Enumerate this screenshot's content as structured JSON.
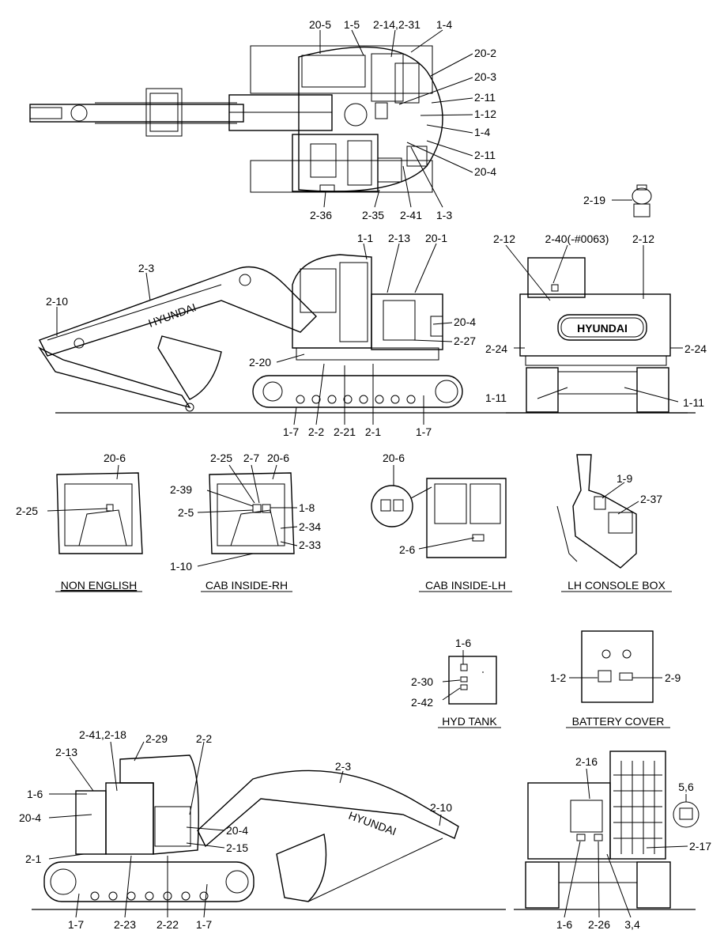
{
  "callouts": {
    "top_20_5": "20-5",
    "top_1_5": "1-5",
    "top_2_14": "2-14,2-31",
    "top_1_4a": "1-4",
    "top_20_2": "20-2",
    "top_20_3": "20-3",
    "top_2_11a": "2-11",
    "top_1_12": "1-12",
    "top_1_4b": "1-4",
    "top_2_11b": "2-11",
    "top_20_4": "20-4",
    "top_2_36": "2-36",
    "top_2_35": "2-35",
    "top_2_41": "2-41",
    "top_1_3": "1-3",
    "top_2_19": "2-19",
    "side_1_1": "1-1",
    "side_2_13": "2-13",
    "side_20_1": "20-1",
    "side_2_3": "2-3",
    "side_2_10": "2-10",
    "side_20_4": "20-4",
    "side_2_27": "2-27",
    "side_2_20": "2-20",
    "side_1_7a": "1-7",
    "side_2_2": "2-2",
    "side_2_21": "2-21",
    "side_2_1": "2-1",
    "side_1_7b": "1-7",
    "rear_2_12a": "2-12",
    "rear_2_40": "2-40(-#0063)",
    "rear_2_12b": "2-12",
    "rear_2_24a": "2-24",
    "rear_2_24b": "2-24",
    "rear_1_11a": "1-11",
    "rear_1_11b": "1-11",
    "ne_20_6": "20-6",
    "ne_2_25": "2-25",
    "rh_2_25": "2-25",
    "rh_2_7": "2-7",
    "rh_20_6": "20-6",
    "rh_2_39": "2-39",
    "rh_1_8": "1-8",
    "rh_2_5": "2-5",
    "rh_2_34": "2-34",
    "rh_2_33": "2-33",
    "rh_1_10": "1-10",
    "lh_20_6": "20-6",
    "lh_2_6": "2-6",
    "cb_1_9": "1-9",
    "cb_2_37": "2-37",
    "hyd_1_6": "1-6",
    "hyd_2_30": "2-30",
    "hyd_2_42": "2-42",
    "bat_1_2": "1-2",
    "bat_2_9": "2-9",
    "ls_2_41": "2-41,2-18",
    "ls_2_29": "2-29",
    "ls_2_2": "2-2",
    "ls_2_3": "2-3",
    "ls_2_13": "2-13",
    "ls_1_6": "1-6",
    "ls_20_4a": "20-4",
    "ls_20_4b": "20-4",
    "ls_2_15": "2-15",
    "ls_2_10": "2-10",
    "ls_2_1": "2-1",
    "ls_1_7a": "1-7",
    "ls_2_23": "2-23",
    "ls_2_22": "2-22",
    "ls_1_7b": "1-7",
    "fr_2_16": "2-16",
    "fr_5_6": "5,6",
    "fr_2_17": "2-17",
    "fr_1_6": "1-6",
    "fr_2_26": "2-26",
    "fr_3_4": "3,4"
  },
  "view_titles": {
    "non_english": "NON ENGLISH",
    "cab_inside_rh": "CAB INSIDE-RH",
    "cab_inside_lh": "CAB INSIDE-LH",
    "lh_console_box": "LH CONSOLE BOX",
    "hyd_tank": "HYD TANK",
    "battery_cover": "BATTERY COVER"
  },
  "brand_text": {
    "boom_side": "HYUNDAI",
    "rear": "HYUNDAI",
    "boom_left": "HYUNDAI"
  }
}
